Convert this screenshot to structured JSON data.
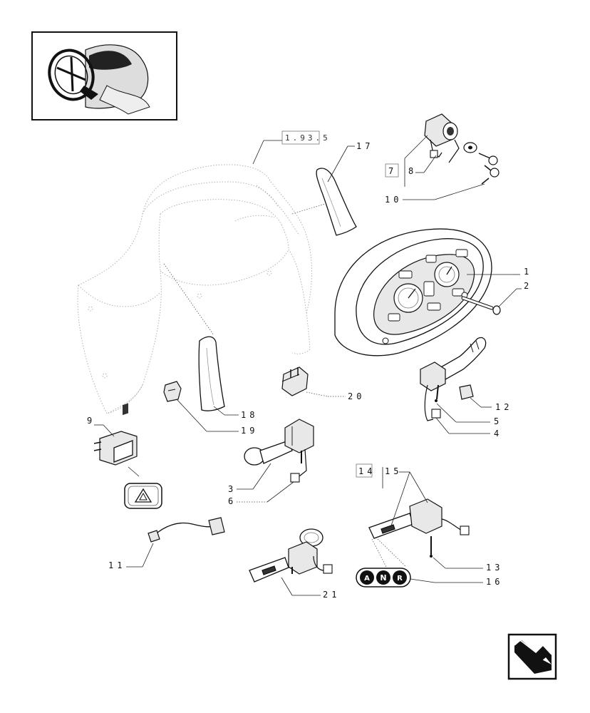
{
  "callouts": {
    "c1": "1",
    "c2": "2",
    "c3": "3",
    "c4": "4",
    "c5": "5",
    "c6": "6",
    "c7": "7",
    "c8": "8",
    "c9": "9",
    "c10": "10",
    "c11": "11",
    "c12": "12",
    "c13": "13",
    "c14": "14",
    "c15": "15",
    "c16": "16",
    "c17": "17",
    "c18": "18",
    "c19": "19",
    "c20": "20",
    "c21": "21"
  },
  "reference": "1.93.5",
  "switch_symbols": {
    "left": "A",
    "center": "N",
    "right": "R"
  },
  "icons": {
    "thumbnail": "tractor-steering-wheel-icon",
    "navigation": "next-page-arrow-icon",
    "hazard": "hazard-triangle-icon"
  }
}
